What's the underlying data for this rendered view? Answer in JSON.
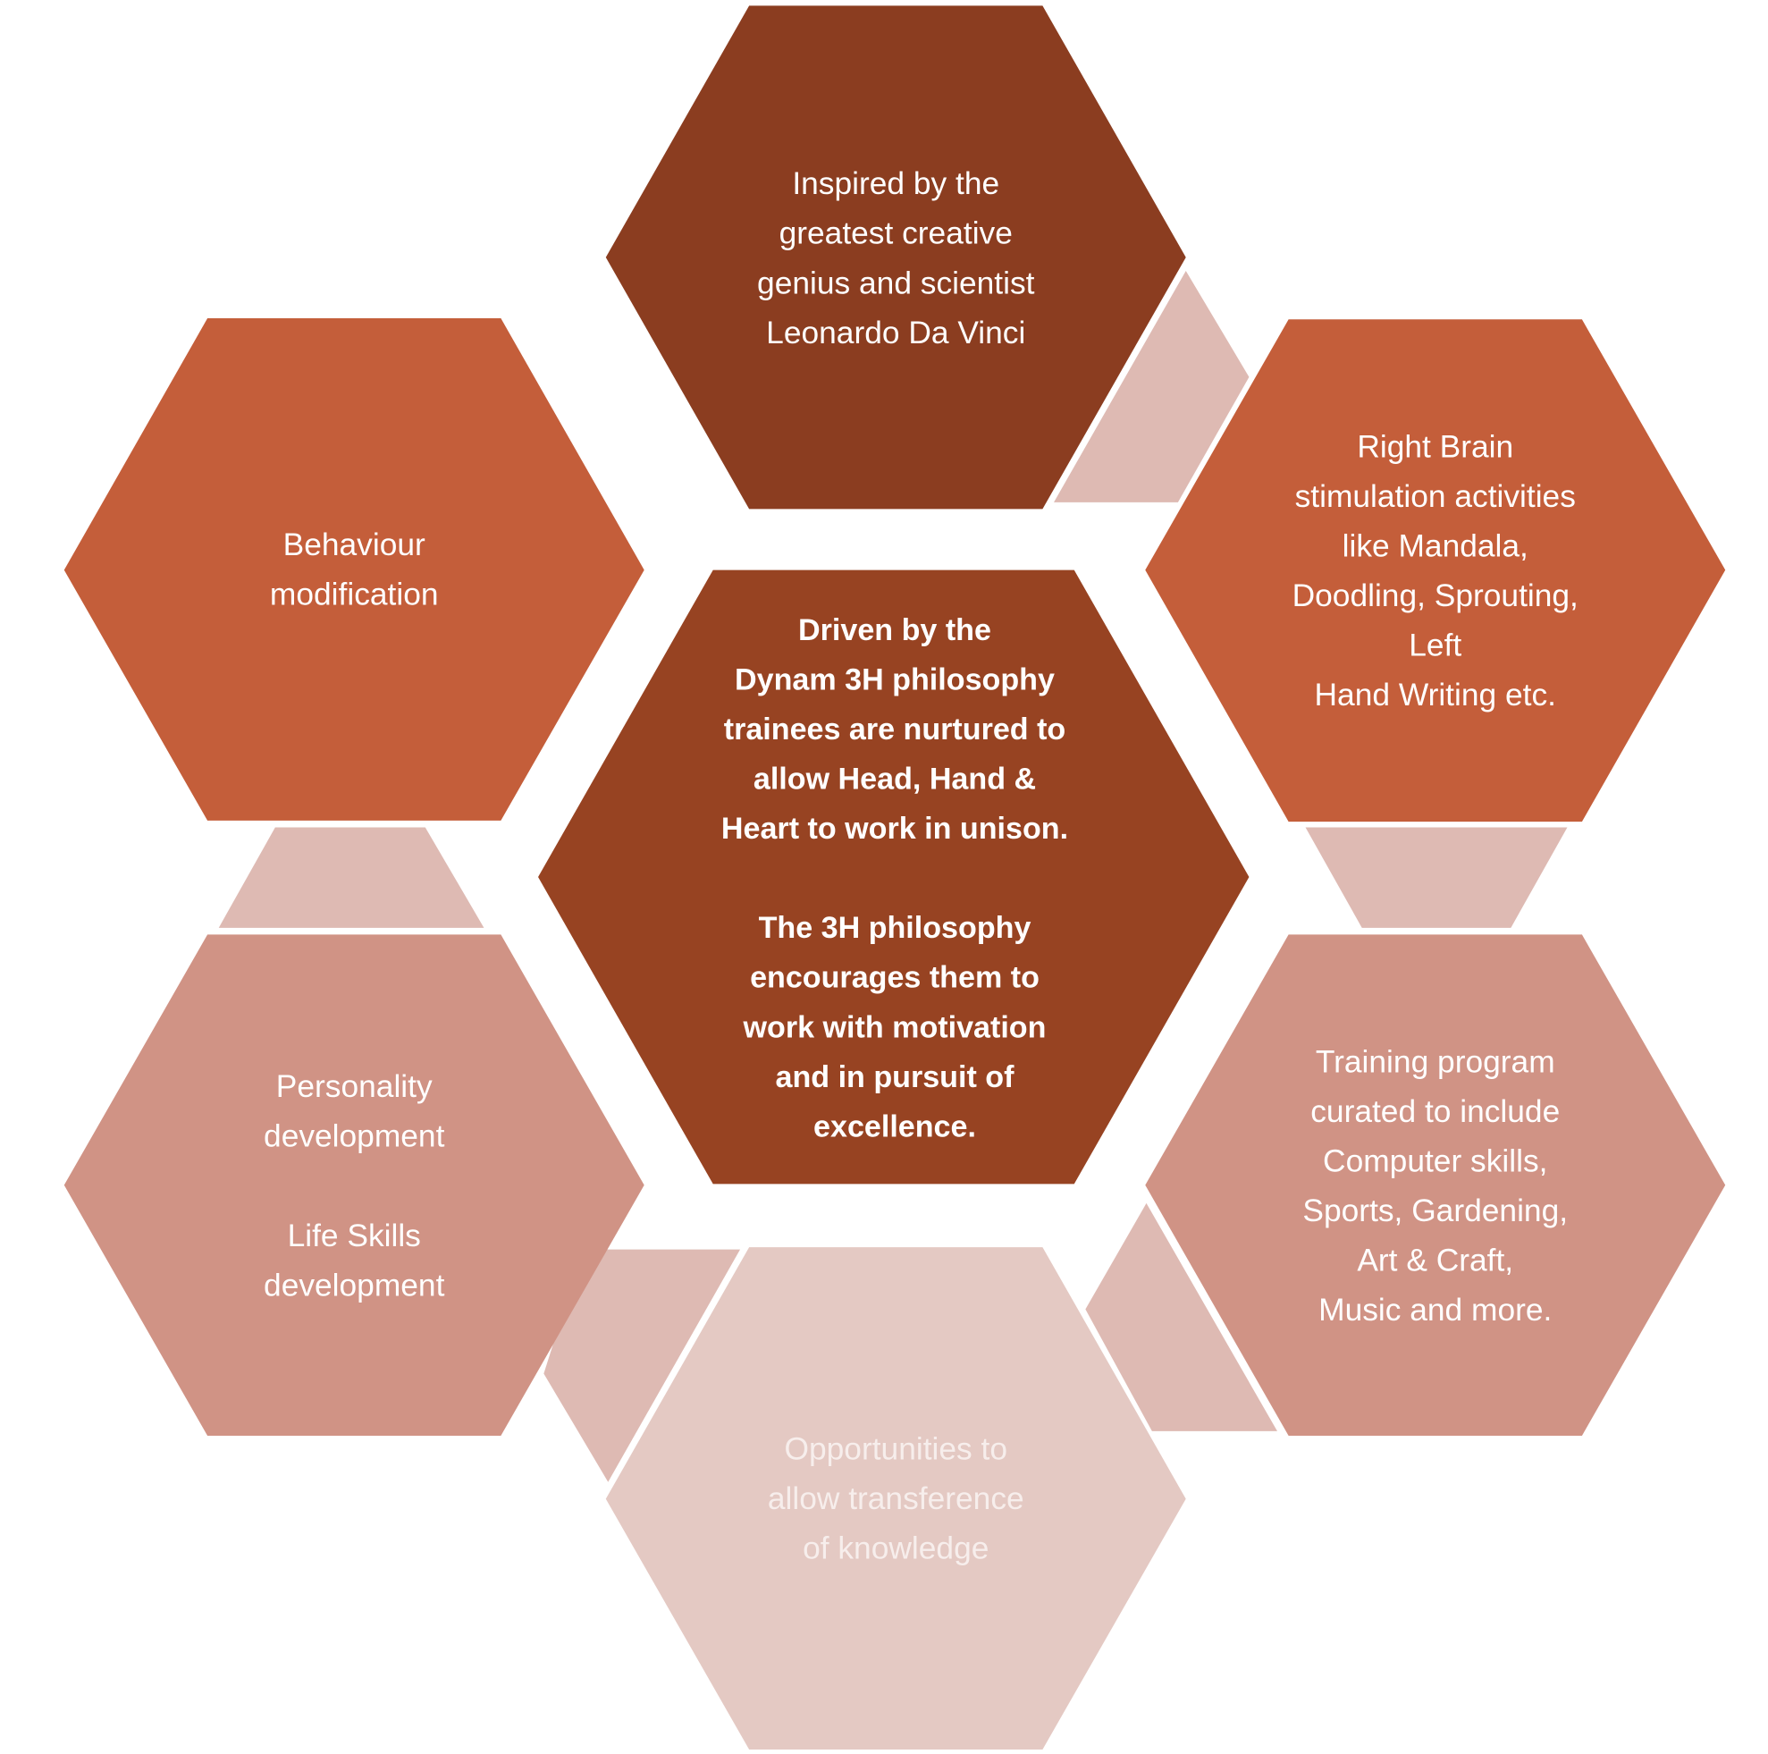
{
  "colors": {
    "top": "#8B3D20",
    "center": "#974322",
    "orange": "#C45E3A",
    "salmon": "#D09385",
    "pale": "#E4C9C3",
    "connector": "#DEBAB3",
    "pale_text": "#F7EEEC"
  },
  "hexagons": {
    "top": [
      "Inspired by the",
      "greatest creative",
      "genius and scientist",
      "Leonardo Da Vinci"
    ],
    "left_top": [
      "Behaviour",
      "modification"
    ],
    "right_top": [
      "Right Brain",
      "stimulation activities",
      "like Mandala,",
      "Doodling, Sprouting,",
      "Left",
      "Hand Writing etc."
    ],
    "center": [
      "Driven by the",
      "Dynam 3H philosophy",
      "trainees are nurtured to",
      "allow Head, Hand &",
      "Heart to work in unison.",
      "",
      "The 3H philosophy",
      "encourages them to",
      "work with motivation",
      "and in pursuit of",
      "excellence."
    ],
    "left_bottom": [
      "Personality",
      "development",
      "",
      "Life Skills",
      "development"
    ],
    "right_bottom": [
      "Training program",
      "curated to include",
      "Computer skills,",
      "Sports, Gardening,",
      "Art & Craft,",
      "Music and more."
    ],
    "bottom": [
      "Opportunities to",
      "allow transference",
      "of knowledge"
    ]
  }
}
